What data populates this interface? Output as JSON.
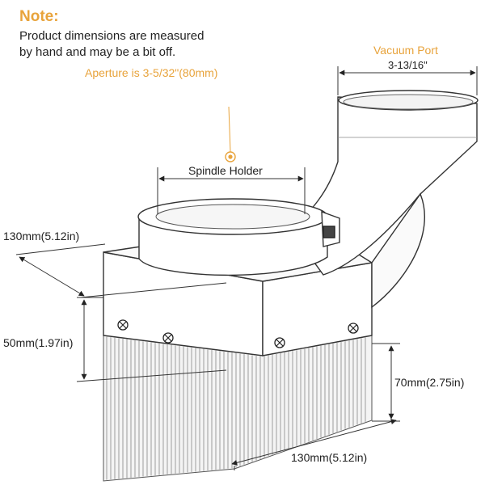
{
  "note": {
    "title": "Note:",
    "line1": "Product dimensions are measured",
    "line2": "by hand and may be a bit off."
  },
  "labels": {
    "aperture": "Aperture is 3-5/32\"(80mm)",
    "spindle_holder": "Spindle Holder",
    "vacuum_port": "Vacuum Port",
    "vacuum_port_size": "3-13/16\"",
    "depth_dim": "130mm(5.12in)",
    "height_dim": "50mm(1.97in)",
    "brush_dim": "70mm(2.75in)",
    "width_dim": "130mm(5.12in)"
  },
  "colors": {
    "accent": "#e8a33b",
    "line": "#333333",
    "text": "#222222"
  }
}
